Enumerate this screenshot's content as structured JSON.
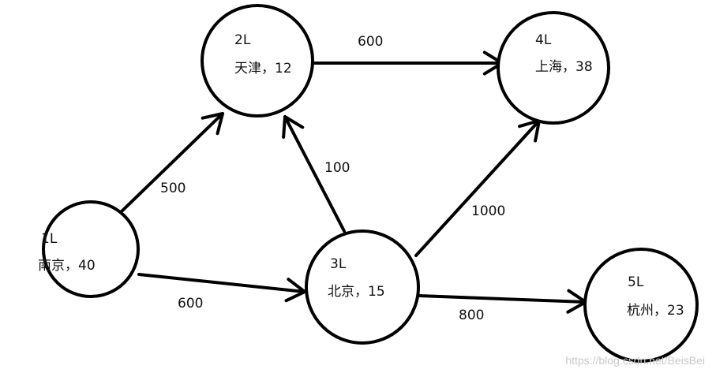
{
  "nodes": [
    {
      "id": "1L",
      "label": "1L",
      "sub": "南京，40"
    },
    {
      "id": "2L",
      "label": "2L",
      "sub": "天津，12"
    },
    {
      "id": "3L",
      "label": "3L",
      "sub": "北京，15"
    },
    {
      "id": "4L",
      "label": "4L",
      "sub": "上海，38"
    },
    {
      "id": "5L",
      "label": "5L",
      "sub": "杭州，23"
    }
  ],
  "edges": [
    {
      "from": "1L",
      "to": "2L",
      "weight": "500"
    },
    {
      "from": "1L",
      "to": "3L",
      "weight": "600"
    },
    {
      "from": "2L",
      "to": "4L",
      "weight": "600"
    },
    {
      "from": "3L",
      "to": "2L",
      "weight": "100"
    },
    {
      "from": "3L",
      "to": "4L",
      "weight": "1000"
    },
    {
      "from": "3L",
      "to": "5L",
      "weight": "800"
    }
  ],
  "watermark": "https://blog.csdn.net/BeisBei",
  "colors": {
    "stroke": "#000000",
    "text": "#111111",
    "watermark": "#c9c9c9",
    "background": "#ffffff"
  }
}
